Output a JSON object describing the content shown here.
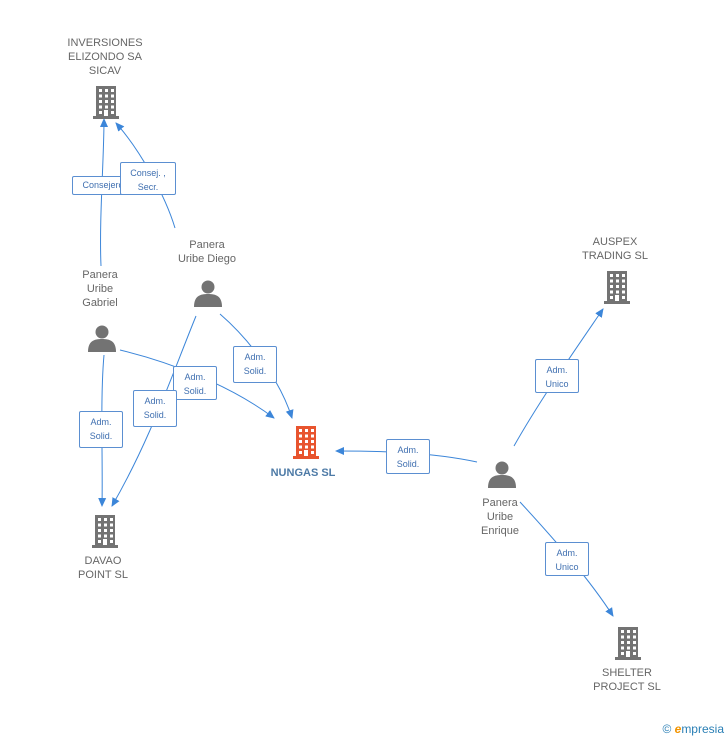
{
  "colors": {
    "edge": "#3c86d9",
    "node_gray": "#737373",
    "node_main": "#e8542e"
  },
  "nodes": [
    {
      "id": "inversiones",
      "type": "company",
      "label_lines": [
        "INVERSIONES",
        "ELIZONDO SA",
        "SICAV"
      ],
      "icon": "building-icon"
    },
    {
      "id": "panera_diego",
      "type": "person",
      "label_lines": [
        "Panera",
        "Uribe Diego"
      ],
      "icon": "person-icon"
    },
    {
      "id": "panera_gabriel",
      "type": "person",
      "label_lines": [
        "Panera",
        "Uribe",
        "Gabriel"
      ],
      "icon": "person-icon"
    },
    {
      "id": "nungas",
      "type": "company",
      "main": true,
      "label_lines": [
        "NUNGAS SL"
      ],
      "icon": "building-icon"
    },
    {
      "id": "davao",
      "type": "company",
      "label_lines": [
        "DAVAO",
        "POINT  SL"
      ],
      "icon": "building-icon"
    },
    {
      "id": "auspex",
      "type": "company",
      "label_lines": [
        "AUSPEX",
        "TRADING SL"
      ],
      "icon": "building-icon"
    },
    {
      "id": "panera_enrique",
      "type": "person",
      "label_lines": [
        "Panera",
        "Uribe",
        "Enrique"
      ],
      "icon": "person-icon"
    },
    {
      "id": "shelter",
      "type": "company",
      "label_lines": [
        "SHELTER",
        "PROJECT SL"
      ],
      "icon": "building-icon"
    }
  ],
  "edges": [
    {
      "from": "panera_gabriel",
      "to": "inversiones",
      "label_lines": [
        "Consejero"
      ]
    },
    {
      "from": "panera_diego",
      "to": "inversiones",
      "label_lines": [
        "Consej. ,",
        "Secr."
      ]
    },
    {
      "from": "panera_diego",
      "to": "nungas",
      "label_lines": [
        "Adm.",
        "Solid."
      ]
    },
    {
      "from": "panera_gabriel",
      "to": "nungas",
      "label_lines": [
        "Adm.",
        "Solid."
      ]
    },
    {
      "from": "panera_diego",
      "to": "davao",
      "label_lines": [
        "Adm.",
        "Solid."
      ]
    },
    {
      "from": "panera_gabriel",
      "to": "davao",
      "label_lines": [
        "Adm.",
        "Solid."
      ]
    },
    {
      "from": "panera_enrique",
      "to": "nungas",
      "label_lines": [
        "Adm.",
        "Solid."
      ]
    },
    {
      "from": "panera_enrique",
      "to": "auspex",
      "label_lines": [
        "Adm.",
        "Unico"
      ]
    },
    {
      "from": "panera_enrique",
      "to": "shelter",
      "label_lines": [
        "Adm.",
        "Unico"
      ]
    }
  ],
  "brand": {
    "copyright": "©",
    "initial": "e",
    "name": "mpresia"
  }
}
